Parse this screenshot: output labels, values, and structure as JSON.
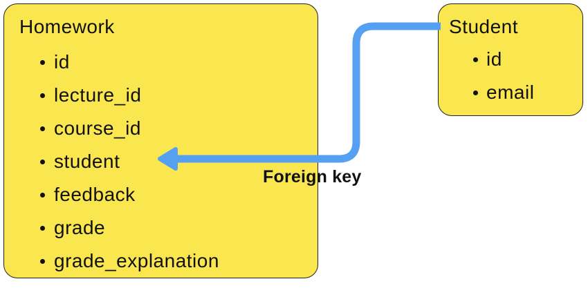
{
  "diagram": {
    "entities": [
      {
        "name": "Homework",
        "fields": [
          "id",
          "lecture_id",
          "course_id",
          "student",
          "feedback",
          "grade",
          "grade_explanation"
        ]
      },
      {
        "name": "Student",
        "fields": [
          "id",
          "email"
        ]
      }
    ],
    "relationship": {
      "label": "Foreign key",
      "from": "Student",
      "to": "Homework.student"
    },
    "colors": {
      "box_fill": "#FAE64F",
      "box_border": "#1f1f1f",
      "arrow": "#55A0F0",
      "text": "#111111",
      "background": "#ffffff"
    }
  }
}
